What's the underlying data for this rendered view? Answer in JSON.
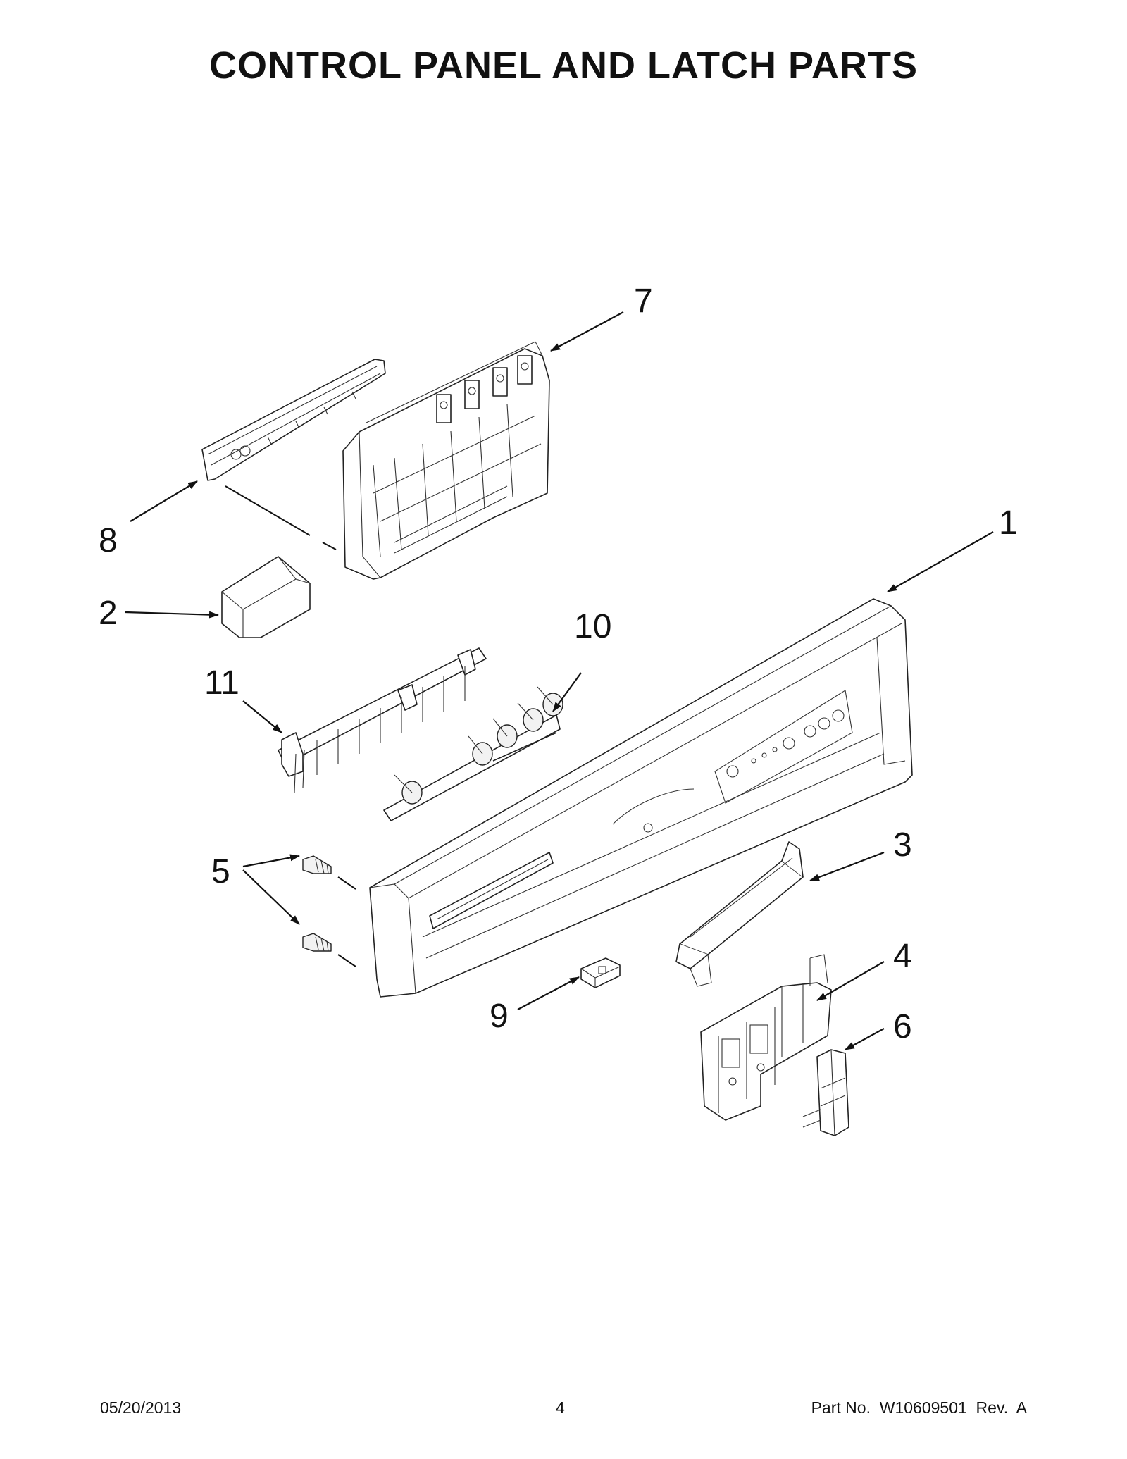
{
  "title": "CONTROL PANEL AND LATCH PARTS",
  "callouts": [
    "1",
    "2",
    "3",
    "4",
    "5",
    "6",
    "7",
    "8",
    "9",
    "10",
    "11"
  ],
  "footer": {
    "date": "05/20/2013",
    "page": "4",
    "part_number": "Part No.  W10609501  Rev.  A"
  }
}
